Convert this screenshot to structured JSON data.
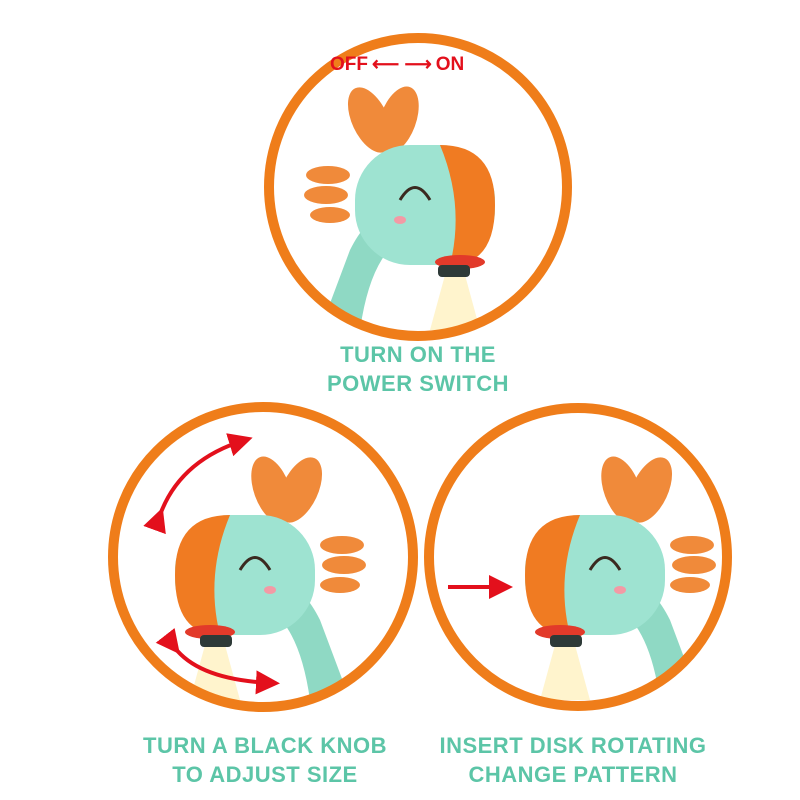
{
  "power_switch_label": {
    "off": "OFF",
    "on": "ON"
  },
  "steps": [
    {
      "caption_line1": "TURN ON THE",
      "caption_line2": "POWER SWITCH"
    },
    {
      "caption_line1": "TURN A BLACK KNOB",
      "caption_line2": "TO ADJUST SIZE"
    },
    {
      "caption_line1": "INSERT DISK ROTATING",
      "caption_line2": "CHANGE PATTERN"
    }
  ],
  "colors": {
    "ring": "#ef7d1a",
    "caption": "#5cc5a7",
    "arrow": "#e3101c",
    "body": "#8fd9c4",
    "beak": "#f07b22"
  }
}
